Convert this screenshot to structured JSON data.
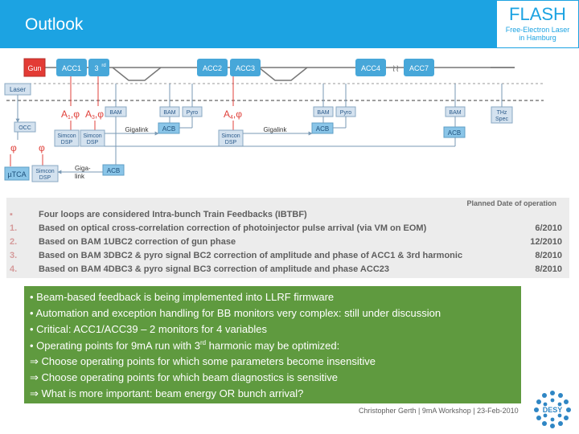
{
  "header": {
    "title": "Outlook",
    "logo_main": "FLASH",
    "logo_sub_1": "Free-Electron Laser",
    "logo_sub_2": "in Hamburg"
  },
  "diagram": {
    "gun": "Gun",
    "acc1": "ACC1",
    "third": "3",
    "third_sup": "rd",
    "acc2": "ACC2",
    "acc3": "ACC3",
    "acc4": "ACC4",
    "acc7": "ACC7",
    "laser": "Laser",
    "occ": "OCC",
    "a1": "A",
    "a1_sub": "1",
    "a3": "A",
    "a3_sub": "3",
    "a4": "A",
    "a4_sub": "4",
    "phi": "φ",
    "bam1": "BAM",
    "bam2": "BAM",
    "pyro2": "Pyro",
    "bam3": "BAM",
    "pyro3": "Pyro",
    "bam4": "BAM",
    "thz_1": "THz",
    "thz_2": "Spec",
    "acb1": "ACB",
    "acb2": "ACB",
    "acb3": "ACB",
    "acb4": "ACB",
    "simcon": "Simcon",
    "dsp": "DSP",
    "gigalink": "Gigalink",
    "giga_1": "Giga-",
    "giga_2": "link",
    "utca": "µTCA"
  },
  "loops": {
    "planned_header": "Planned Date of operation",
    "bullet": "▪",
    "intro": "Four loops are considered Intra-bunch Train Feedbacks (IBTBF)",
    "items": [
      {
        "num": "1.",
        "text": "Based on optical cross-correlation correction of photoinjector pulse arrival (via VM on EOM)",
        "date": "6/2010"
      },
      {
        "num": "2.",
        "text": "Based on BAM 1UBC2 correction of gun phase",
        "date": "12/2010"
      },
      {
        "num": "3.",
        "text": "Based on BAM 3DBC2 & pyro signal BC2 correction of amplitude and phase of ACC1 & 3rd harmonic",
        "date": "8/2010"
      },
      {
        "num": "4.",
        "text": "Based on BAM 4DBC3 & pyro signal BC3 correction of amplitude and phase ACC23",
        "date": "8/2010"
      }
    ]
  },
  "notes": {
    "lines": [
      "• Beam-based feedback is being implemented into LLRF firmware",
      "• Automation and exception handling for BB monitors very complex: still under discussion",
      "• Critical: ACC1/ACC39 – 2 monitors for 4 variables"
    ],
    "line4_pre": "• Operating points for 9mA run with 3",
    "line4_sup": "rd",
    "line4_post": " harmonic may be optimized:",
    "arrow_lines": [
      "⇒ Choose operating points for which some parameters become insensitive",
      "⇒ Choose operating points for which beam diagnostics is sensitive",
      "⇒ What is more important: beam energy OR bunch arrival?"
    ]
  },
  "footer": {
    "text": "Christopher Gerth  | 9mA Workshop |  23-Feb-2010",
    "desy": "DESY"
  },
  "colors": {
    "header_blue": "#1ca3e2",
    "cavity_blue": "#47a7d9",
    "gun_red": "#e33b35",
    "arrow_red": "#e0413b",
    "green_box": "#5f9a3f"
  }
}
